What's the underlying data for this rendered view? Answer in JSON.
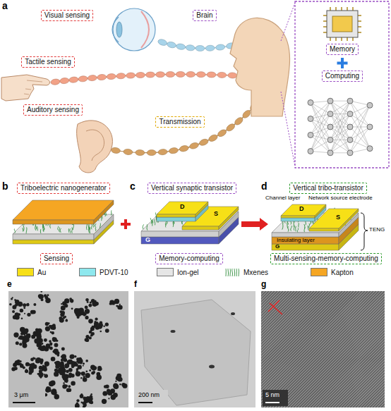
{
  "diagram": {
    "nodes": [
      {
        "text": [
          "Visual sensing"
        ]
      },
      {
        "text": [
          "Brain"
        ]
      },
      {
        "text": [
          "Tactile sensing"
        ]
      },
      {
        "text": [
          "Memory"
        ]
      },
      {
        "text": [
          "Computing"
        ]
      },
      {
        "text": [
          "Transmission"
        ]
      },
      {
        "text": [
          "Auditory sensing"
        ]
      },
      {
        "text": [
          "Triboelectric nanogenerator"
        ]
      },
      {
        "text": [
          "Vertical synaptic transistor"
        ]
      },
      {
        "text": [
          "Vertical tribo-transistor"
        ]
      },
      {
        "text": [
          "Sensing"
        ]
      },
      {
        "text": [
          "Memory-computing"
        ]
      },
      {
        "text": [
          "Multi-sensing-memory-computing"
        ]
      }
    ],
    "labels": [
      "a",
      "b",
      "c",
      "d",
      "D",
      "S",
      "G",
      "Channel layer",
      "Network source electrode",
      "D",
      "S",
      "G",
      "TENG",
      "Insulating layer",
      "e",
      "f",
      "g",
      "3 μm",
      "200 nm",
      "5 nm"
    ],
    "legend": [
      {
        "text": "Au",
        "color": "#f7e017"
      },
      {
        "text": "PDVT-10",
        "color": "#8ee8ee"
      },
      {
        "text": "Ion-gel",
        "color": "#e6e6e6"
      },
      {
        "text": "Mxenes"
      },
      {
        "text": "Kapton",
        "color": "#f5a623"
      }
    ]
  }
}
